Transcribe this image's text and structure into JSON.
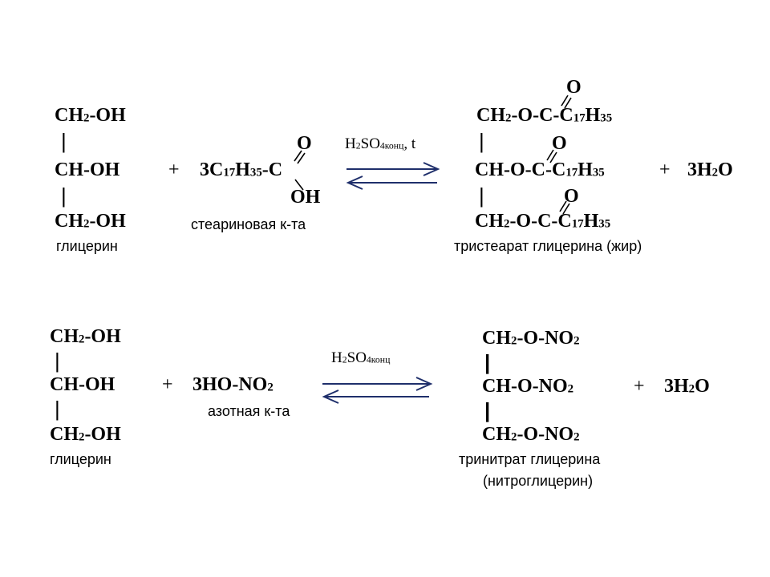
{
  "r1": {
    "gly_row1": "CH",
    "gly_row1_sub": "2",
    "gly_row1_tail": "-OH",
    "bond1": "|",
    "gly_row2": "CH-OH",
    "bond2": "|",
    "gly_row3": "CH",
    "gly_row3_sub": "2",
    "gly_row3_tail": "-OH",
    "gly_name": "глицерин",
    "plus": "+",
    "acid_O": "O",
    "acid_pre": "3C",
    "acid_sub1": "17",
    "acid_mid": "H",
    "acid_sub2": "35",
    "acid_tail": "-C",
    "acid_OH": "OH",
    "acid_name": "стеариновая к-та",
    "cat_H": "H",
    "cat_H_sub": "2",
    "cat_SO": "SO",
    "cat_sub": "4конц",
    "cat_tail": ", t",
    "p_O1": "O",
    "p_r1_a": "CH",
    "p_r1_sub": "2",
    "p_r1_b": "-O-C-C",
    "p_r1_sub2": "17",
    "p_r1_c": "H",
    "p_r1_sub3": "35",
    "p_bond1": "|",
    "p_O2": "O",
    "p_r2_a": "CH-O-C-C",
    "p_r2_sub2": "17",
    "p_r2_c": "H",
    "p_r2_sub3": "35",
    "p_bond2": "|",
    "p_O3": "O",
    "p_r3_a": "CH",
    "p_r3_sub": "2",
    "p_r3_b": "-O-C-C",
    "p_r3_sub2": "17",
    "p_r3_c": "H",
    "p_r3_sub3": "35",
    "p_name": "тристеарат глицерина (жир)",
    "plus2": "+",
    "water_pre": "3H",
    "water_sub": "2",
    "water_tail": "O"
  },
  "r2": {
    "gly_row1": "CH",
    "gly_row1_sub": "2",
    "gly_row1_tail": "-OH",
    "bond1": "|",
    "gly_row2": "CH-OH",
    "bond2": "|",
    "gly_row3": "CH",
    "gly_row3_sub": "2",
    "gly_row3_tail": "-OH",
    "gly_name": "глицерин",
    "plus": "+",
    "acid_pre": "3HO-NO",
    "acid_sub": "2",
    "acid_name": "азотная к-та",
    "cat_H": "H",
    "cat_H_sub": "2",
    "cat_SO": "SO",
    "cat_sub": "4конц",
    "p_r1_a": "CH",
    "p_r1_sub": "2",
    "p_r1_b": "-O-NO",
    "p_r1_sub2": "2",
    "p_bond1": "|",
    "p_r2_a": "CH-O-NO",
    "p_r2_sub2": "2",
    "p_bond2": "|",
    "p_r3_a": "CH",
    "p_r3_sub": "2",
    "p_r3_b": "-O-NO",
    "p_r3_sub2": "2",
    "p_name1": "тринитрат глицерина",
    "p_name2": "(нитроглицерин)",
    "plus2": "+",
    "water_pre": "3H",
    "water_sub": "2",
    "water_tail": "O"
  },
  "colors": {
    "arrow": "#1f2f6b",
    "text": "#000000"
  }
}
